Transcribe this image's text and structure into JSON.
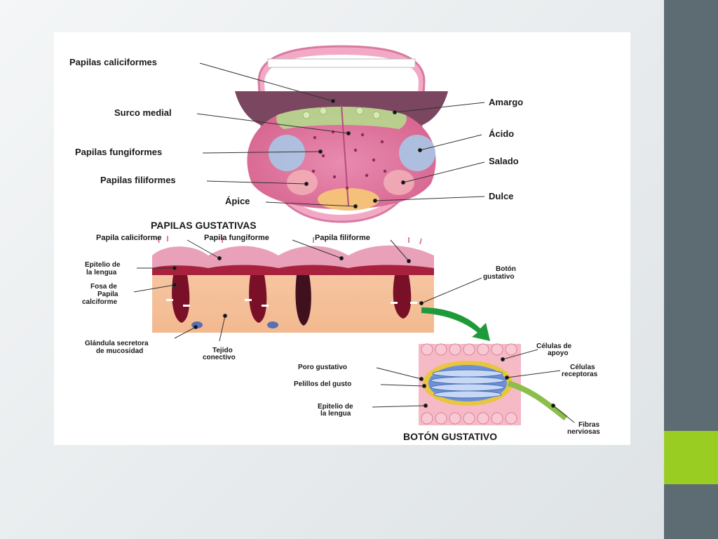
{
  "colors": {
    "sidebar": "#5d6b73",
    "accent": "#9acd22",
    "arrow": "#1f9a3a"
  },
  "tongue": {
    "labels": {
      "papilas_caliciformes": "Papilas caliciformes",
      "surco_medial": "Surco medial",
      "papilas_fungiformes": "Papilas fungiformes",
      "papilas_filiformes": "Papilas filiformes",
      "apice": "Ápice",
      "amargo": "Amargo",
      "acido": "Ácido",
      "salado": "Salado",
      "dulce": "Dulce"
    }
  },
  "papilas": {
    "title": "PAPILAS GUSTATIVAS",
    "labels": {
      "papila_caliciforme": "Papila caliciforme",
      "papila_fungiforme": "Papila fungiforme",
      "papila_filiforme": "Papila filiforme",
      "epitelio_1": "Epitelio de",
      "epitelio_2": "la lengua",
      "fosa_1": "Fosa de",
      "fosa_2": "Papila",
      "fosa_3": "calciforme",
      "boton_1": "Botón",
      "boton_2": "gustativo",
      "glandula_1": "Glándula secretora",
      "glandula_2": "de mucosidad",
      "tejido_1": "Tejido",
      "tejido_2": "conectivo"
    }
  },
  "boton": {
    "title": "BOTÓN GUSTATIVO",
    "labels": {
      "celulas_apoyo_1": "Células de",
      "celulas_apoyo_2": "apoyo",
      "celulas_receptoras_1": "Células",
      "celulas_receptoras_2": "receptoras",
      "poro_gustativo": "Poro gustativo",
      "pelillos": "Pelillos del gusto",
      "epitelio_1": "Epitelio de",
      "epitelio_2": "la lengua",
      "fibras_1": "Fibras",
      "fibras_2": "nerviosas"
    }
  }
}
